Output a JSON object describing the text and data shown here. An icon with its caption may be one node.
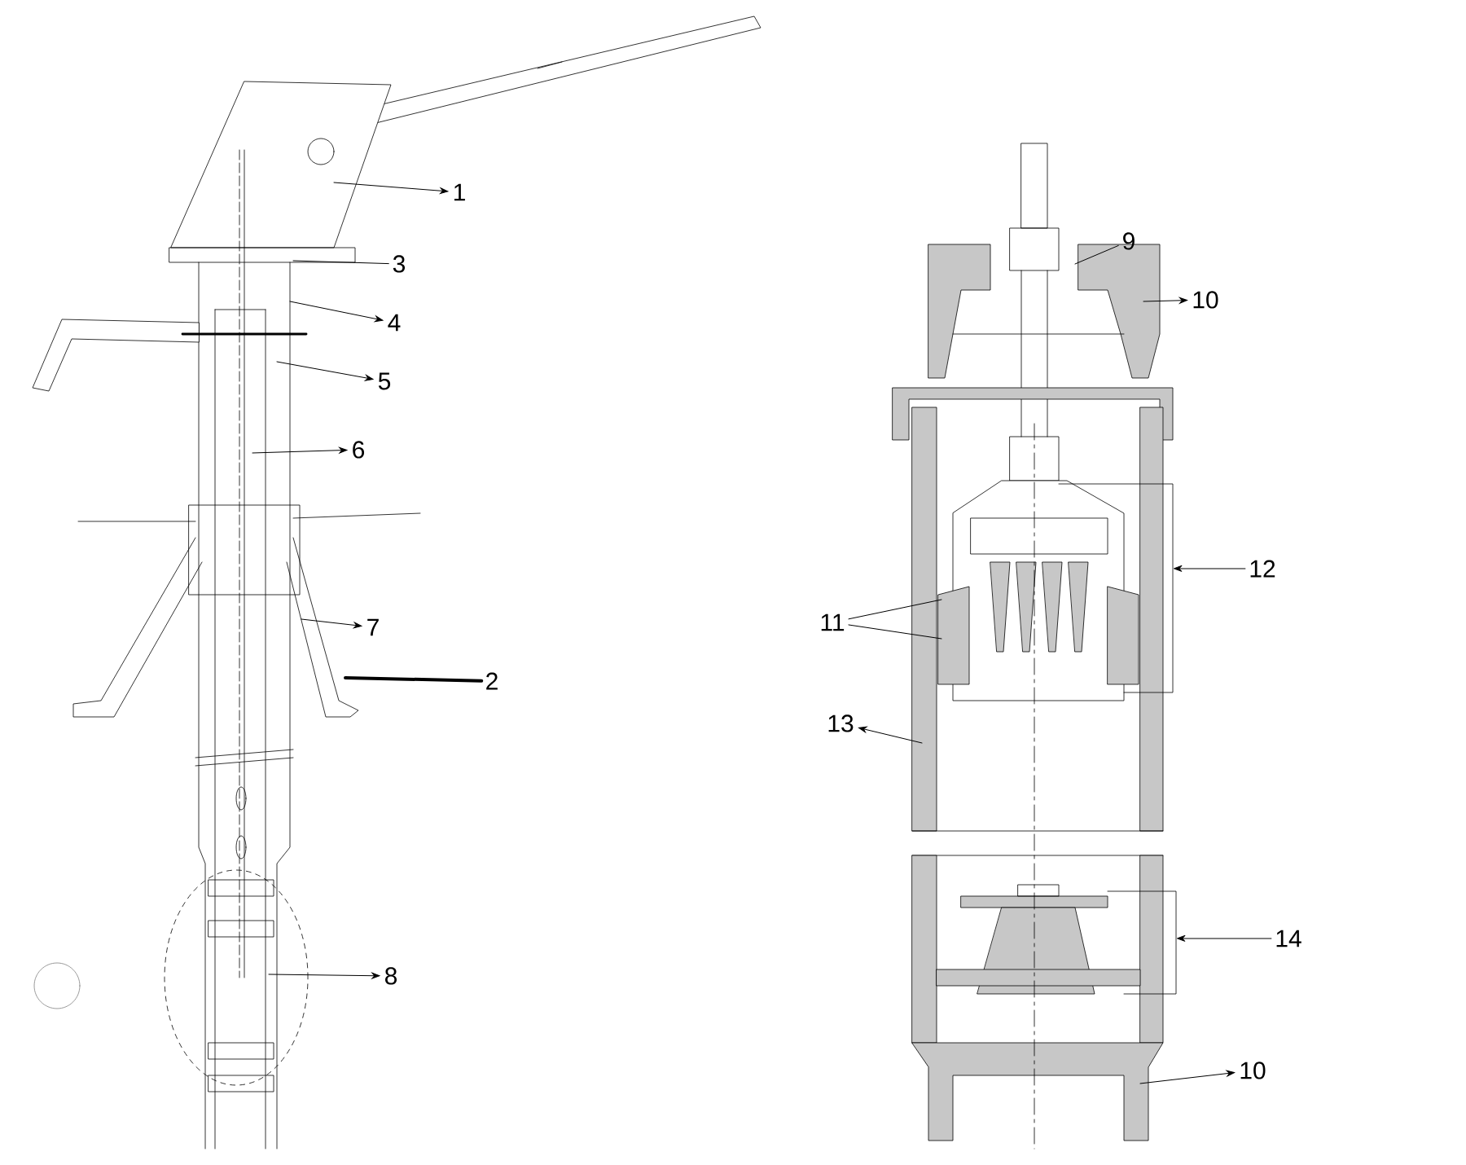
{
  "diagram": {
    "nodes": [
      {
        "text": [
          "1"
        ]
      },
      {
        "text": [
          "3"
        ]
      },
      {
        "text": [
          "4"
        ]
      },
      {
        "text": [
          "5"
        ]
      },
      {
        "text": [
          "6"
        ]
      },
      {
        "text": [
          "7"
        ]
      },
      {
        "text": [
          "2"
        ]
      },
      {
        "text": [
          "8"
        ]
      },
      {
        "text": [
          "9"
        ]
      },
      {
        "text": [
          "10"
        ]
      },
      {
        "text": [
          "12"
        ]
      },
      {
        "text": [
          "11"
        ]
      },
      {
        "text": [
          "13"
        ]
      },
      {
        "text": [
          "14"
        ]
      },
      {
        "text": [
          "10"
        ]
      },
      {
        "text": [],
        "shape": "bracket"
      },
      {
        "text": [],
        "shape": "bracket"
      }
    ],
    "edges": [
      {
        "from": null,
        "to": 0,
        "arrow": "to"
      },
      {
        "from": null,
        "to": 1,
        "arrow": "none"
      },
      {
        "from": null,
        "to": 2,
        "arrow": "to"
      },
      {
        "from": null,
        "to": 3,
        "arrow": "to"
      },
      {
        "from": null,
        "to": 4,
        "arrow": "to"
      },
      {
        "from": null,
        "to": 5,
        "arrow": "to"
      },
      {
        "from": null,
        "to": 6,
        "arrow": "none",
        "style": "thick"
      },
      {
        "from": null,
        "to": 7,
        "arrow": "to"
      },
      {
        "from": null,
        "to": 8,
        "arrow": "none"
      },
      {
        "from": null,
        "to": 9,
        "arrow": "to"
      },
      {
        "from": 10,
        "to": 15,
        "arrow": "to"
      },
      {
        "from": null,
        "to": 11,
        "arrow": "none"
      },
      {
        "from": null,
        "to": 11,
        "arrow": "none"
      },
      {
        "from": null,
        "to": 12,
        "arrow": "to"
      },
      {
        "from": 13,
        "to": 16,
        "arrow": "to"
      },
      {
        "from": null,
        "to": 14,
        "arrow": "to"
      }
    ]
  }
}
